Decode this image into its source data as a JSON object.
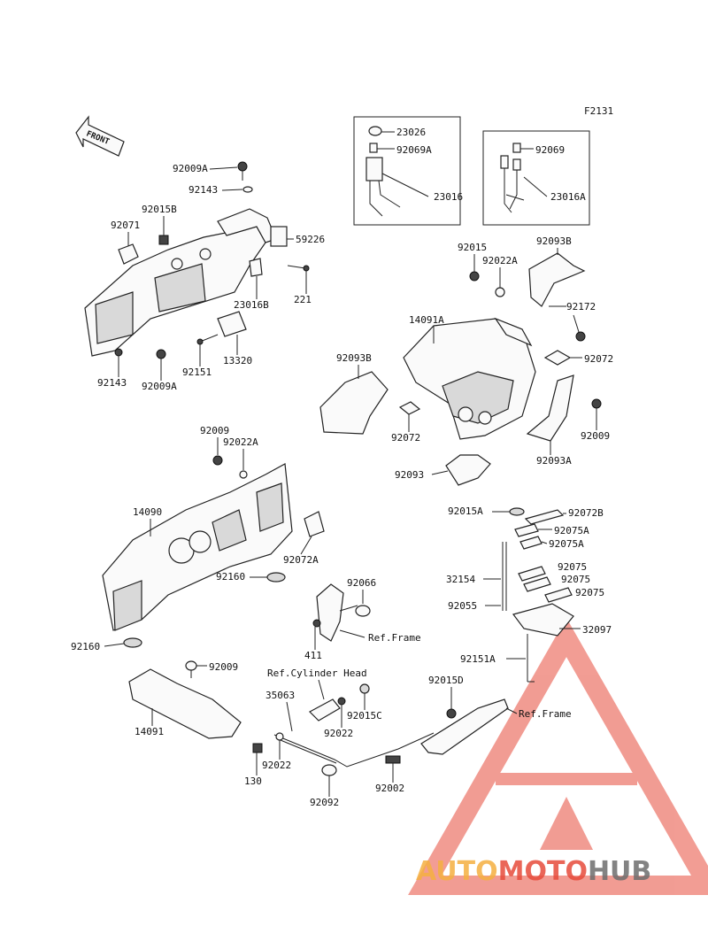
{
  "diagram": {
    "code": "F2131",
    "front_label": "FRONT",
    "parts": {
      "p92009A_top": "92009A",
      "p92143_top": "92143",
      "p92015B": "92015B",
      "p92071": "92071",
      "p59226": "59226",
      "p221": "221",
      "p23016B": "23016B",
      "p13320": "13320",
      "p92151": "92151",
      "p92143_bot": "92143",
      "p92009A_bot": "92009A",
      "p23026": "23026",
      "p92069A": "92069A",
      "p23016": "23016",
      "p92069": "92069",
      "p23016A": "23016A",
      "p92015": "92015",
      "p92022A_r": "92022A",
      "p92093B_r": "92093B",
      "p92172": "92172",
      "p14091A": "14091A",
      "p92072_r": "92072",
      "p92093B_l": "92093B",
      "p92072_m": "92072",
      "p92009_r": "92009",
      "p92093A": "92093A",
      "p92093": "92093",
      "p92009_m": "92009",
      "p92022A_m": "92022A",
      "p14090": "14090",
      "p92072A": "92072A",
      "p92160_a": "92160",
      "p92160_b": "92160",
      "p92066": "92066",
      "p411": "411",
      "p92015A": "92015A",
      "p92072B": "92072B",
      "p92075A_a": "92075A",
      "p92075A_b": "92075A",
      "p32154": "32154",
      "p92075_a": "92075",
      "p92075_b": "92075",
      "p92075_c": "92075",
      "p92055": "92055",
      "p32097": "32097",
      "p92151A": "92151A",
      "p92009_b": "92009",
      "p14091": "14091",
      "p35063": "35063",
      "p92022_a": "92022",
      "p92015C": "92015C",
      "p92015D": "92015D",
      "p130": "130",
      "p92022_b": "92022",
      "p92092": "92092",
      "p92002": "92002"
    },
    "refs": {
      "frame_mid": "Ref.Frame",
      "cyl_head": "Ref.Cylinder Head",
      "frame_right": "Ref.Frame"
    }
  },
  "watermark": {
    "part1": "AUTO",
    "part2": "MOTO",
    "part3": "HUB",
    "color_orange": "#f5b041",
    "color_red": "#e74c3c",
    "color_grey": "#6e6e6e"
  }
}
